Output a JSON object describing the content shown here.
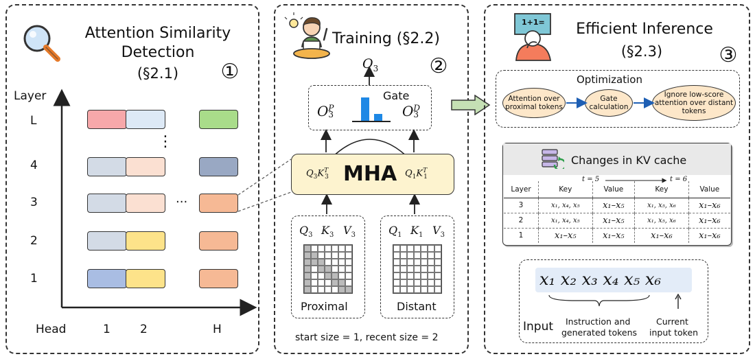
{
  "panel1": {
    "title_line1": "Attention Similarity",
    "title_line2": "Detection",
    "title_section": "(§2.1)",
    "number": "①",
    "y_axis_label": "Layer",
    "layer_labels": [
      "L",
      "4",
      "3",
      "2",
      "1"
    ],
    "x_axis_label": "Head",
    "head_labels": [
      "1",
      "2",
      "H"
    ],
    "vdots": "⋮",
    "hdots": "···",
    "colors": {
      "pink": "#f7a8aa",
      "lightblue": "#dde9f6",
      "green": "#a9dc8a",
      "gray": "#d3dbe6",
      "peach": "#fbe0d2",
      "navy": "#99a8c3",
      "orange": "#f6b995",
      "yellow": "#fde38a",
      "blue": "#a9bde3"
    }
  },
  "panel2": {
    "title": "Training (§2.2)",
    "number": "②",
    "o3": "O",
    "o3_sub": "3",
    "o3p": "O",
    "o3p_sup": "P",
    "o3p_sub": "3",
    "o3d": "O",
    "o3d_sup": "D",
    "o3d_sub": "3",
    "gate": "Gate",
    "mha": "MHA",
    "qk_left": "Q",
    "qk_left_sub": "3",
    "qk_left_k": "K",
    "qk_left_sup": "T",
    "qk_left_ksub": "3",
    "qk_right": "Q",
    "qk_right_sub": "1",
    "qk_right_k": "K",
    "qk_right_sup": "T",
    "qk_right_ksub": "1",
    "prox_labels": [
      "Q",
      "K",
      "V"
    ],
    "prox_subs": [
      "3",
      "3",
      "3"
    ],
    "dist_labels": [
      "Q",
      "K",
      "V"
    ],
    "dist_subs": [
      "1",
      "1",
      "3"
    ],
    "proximal": "Proximal",
    "distant": "Distant",
    "footer": "start size = 1, recent size = 2",
    "colors": {
      "mha_bg": "#fdf3cf",
      "bar": "#1e88e5"
    }
  },
  "panel3": {
    "title": "Efficient Inference",
    "title_section": "(§2.3)",
    "number": "③",
    "board_text": "1+1=",
    "optimization": "Optimization",
    "steps": [
      "Attention over proximal tokens",
      "Gate calculation",
      "Ignore low-score attention over distant tokens"
    ],
    "kv_title": "Changes in KV cache",
    "t5": "t = 5",
    "t6": "t = 6",
    "headers": [
      "Layer",
      "Key",
      "Value",
      "Key",
      "Value"
    ],
    "rows": [
      [
        "3",
        "x₁, x₄, x₅",
        "x₁–x₅",
        "x₁, x₅, x₆",
        "x₁–x₆"
      ],
      [
        "2",
        "x₁, x₄, x₅",
        "x₁–x₅",
        "x₁, x₅, x₆",
        "x₁–x₆"
      ],
      [
        "1",
        "x₁–x₅",
        "x₁–x₅",
        "x₁–x₆",
        "x₁–x₆"
      ]
    ],
    "tokens": "x₁ x₂ x₃ x₄ x₅ x₆",
    "input": "Input",
    "instr_line1": "Instruction and",
    "instr_line2": "generated tokens",
    "current_line1": "Current",
    "current_line2": "input token",
    "colors": {
      "pill_bg": "#fde7c9",
      "kv_header": "#e9e9e9",
      "token_bg": "#e3ecf8",
      "arrow_green": "#c5e0b4"
    }
  }
}
